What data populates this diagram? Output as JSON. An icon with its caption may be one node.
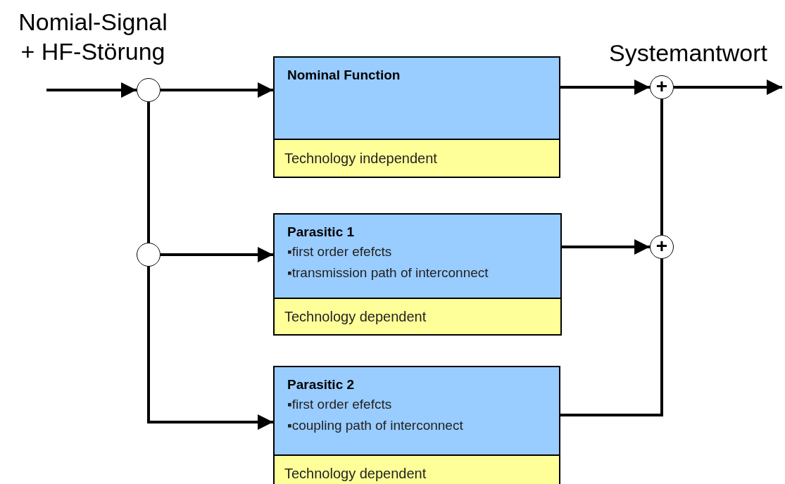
{
  "diagram": {
    "nodes": [
      {
        "text": [],
        "shape": "circle"
      },
      {
        "text": [],
        "shape": "circle"
      },
      {
        "text": [
          "Nominal Function",
          "Technology independent"
        ]
      },
      {
        "text": [
          "Parasitic 1",
          "▪first order efefcts",
          "▪transmission path of interconnect",
          "Technology dependent"
        ]
      },
      {
        "text": [
          "Parasitic 2",
          "▪first order efefcts",
          "▪coupling path of interconnect",
          "Technology dependent"
        ]
      },
      {
        "text": [
          "+"
        ]
      },
      {
        "text": [
          "+"
        ]
      }
    ],
    "edges": [
      {
        "from": null,
        "to": 0,
        "arrow": "to"
      },
      {
        "from": 0,
        "to": 2,
        "arrow": "to"
      },
      {
        "from": 0,
        "to": 1,
        "arrow": "none"
      },
      {
        "from": 1,
        "to": 3,
        "arrow": "to"
      },
      {
        "from": 1,
        "to": 4,
        "arrow": "to"
      },
      {
        "from": 2,
        "to": 5,
        "arrow": "to"
      },
      {
        "from": 3,
        "to": 6,
        "arrow": "to"
      },
      {
        "from": 4,
        "to": 6,
        "arrow": "none"
      },
      {
        "from": 6,
        "to": 5,
        "arrow": "none"
      },
      {
        "from": 5,
        "to": null,
        "arrow": "to"
      }
    ],
    "labels": [
      "Nomial-Signal + HF-Störung",
      "Systemantwort"
    ]
  }
}
